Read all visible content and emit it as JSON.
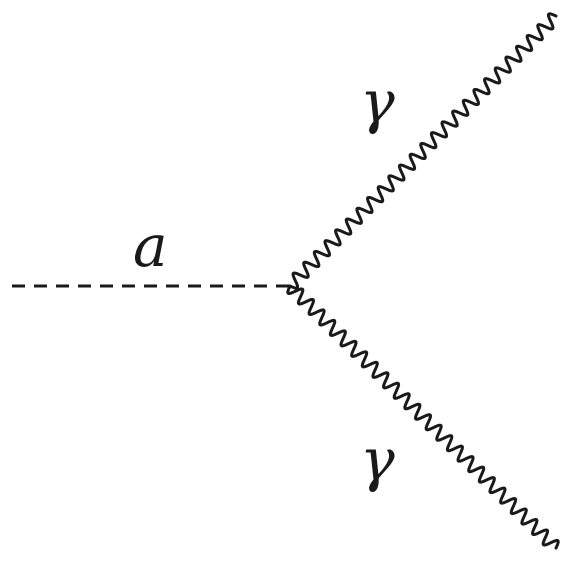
{
  "diagram": {
    "type": "feynman-vertex",
    "incoming": {
      "label": "a",
      "line_style": "dashed"
    },
    "outgoing": [
      {
        "label": "γ",
        "line_style": "wavy"
      },
      {
        "label": "γ",
        "line_style": "wavy"
      }
    ]
  }
}
